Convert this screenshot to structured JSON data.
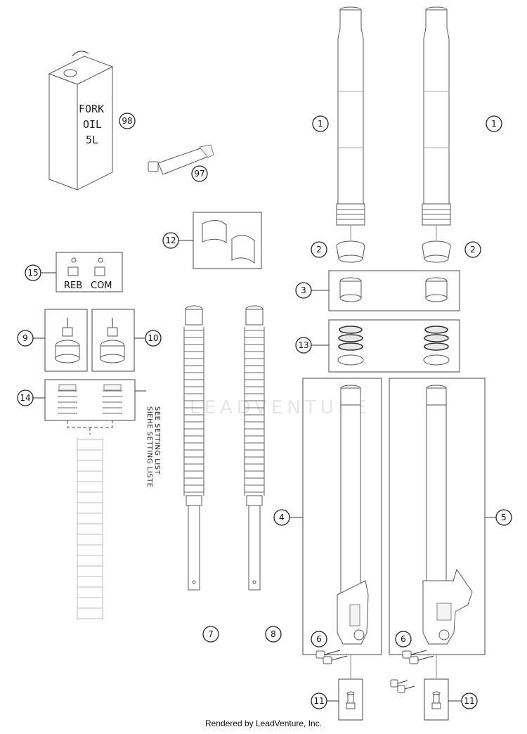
{
  "callouts": {
    "c1a": "1",
    "c1b": "1",
    "c2a": "2",
    "c2b": "2",
    "c3": "3",
    "c4": "4",
    "c5": "5",
    "c6a": "6",
    "c6b": "6",
    "c7": "7",
    "c8": "8",
    "c9": "9",
    "c10": "10",
    "c11a": "11",
    "c11b": "11",
    "c12": "12",
    "c13": "13",
    "c14": "14",
    "c15": "15",
    "c97": "97",
    "c98": "98"
  },
  "oil_can": {
    "line1": "FORK",
    "line2": "OIL",
    "line3": "5L"
  },
  "adjusters": {
    "reb": "REB",
    "com": "COM"
  },
  "setting_note": {
    "line1": "SIEHE SETTING LISTE",
    "line2": "SEE SETTING LIST"
  },
  "watermark": "LEADVENTURE",
  "footer": "Rendered by LeadVenture, Inc."
}
